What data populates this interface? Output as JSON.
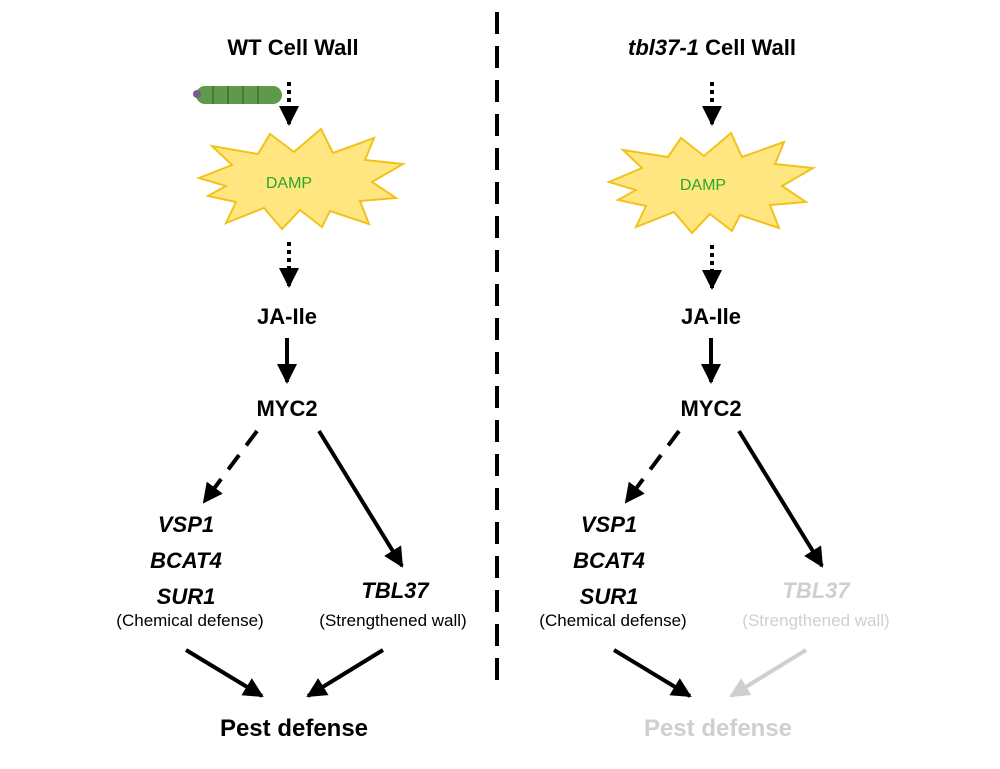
{
  "colors": {
    "text": "#000000",
    "faded": "#cfcfcf",
    "damp_text": "#2aa72a",
    "burst_fill": "#ffe680",
    "burst_stroke": "#f2c21b",
    "caterpillar": "#5f9a4c"
  },
  "wt": {
    "title": "WT Cell Wall",
    "damp": "DAMP",
    "ja": "JA-Ile",
    "myc2": "MYC2",
    "genes": [
      "VSP1",
      "BCAT4",
      "SUR1"
    ],
    "chem": "(Chemical defense)",
    "tbl": "TBL37",
    "wall": "(Strengthened wall)",
    "pest": "Pest defense"
  },
  "mut": {
    "title_italic": "tbl37-1",
    "title_rest": " Cell Wall",
    "damp": "DAMP",
    "ja": "JA-Ile",
    "myc2": "MYC2",
    "genes": [
      "VSP1",
      "BCAT4",
      "SUR1"
    ],
    "chem": "(Chemical defense)",
    "tbl": "TBL37",
    "wall": "(Strengthened wall)",
    "pest": "Pest defense"
  }
}
